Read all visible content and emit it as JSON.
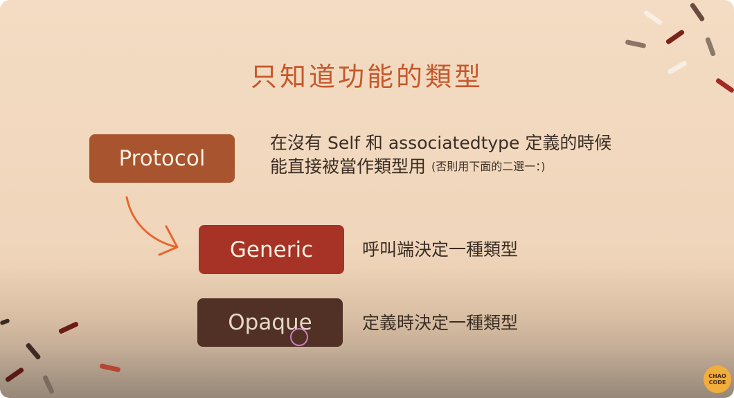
{
  "slide": {
    "title": "只知道功能的類型",
    "protocol": {
      "label": "Protocol",
      "desc_line1": "在沒有 Self 和 associatedtype 定義的時候",
      "desc_line2": "能直接被當作類型用",
      "desc_note": "(否則用下面的二選一：)"
    },
    "generic": {
      "label": "Generic",
      "desc": "呼叫端決定一種類型"
    },
    "opaque": {
      "label": "Opaque",
      "desc": "定義時決定一種類型"
    },
    "logo_text": "CHAO CODE"
  },
  "colors": {
    "title": "#c5582b",
    "protocol": "#a8542e",
    "generic": "#a73326",
    "opaque": "#513025",
    "arrow": "#e8662d"
  }
}
